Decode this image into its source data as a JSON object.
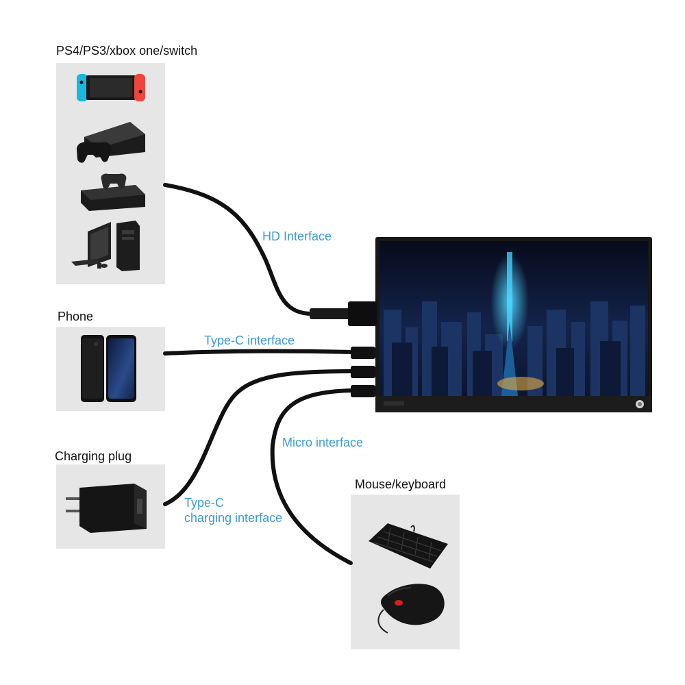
{
  "colors": {
    "accent": "#3a9ad9",
    "panel": "#e6e6e6",
    "cable": "#111111"
  },
  "groups": {
    "consoles": {
      "title": "PS4/PS3/xbox one/switch"
    },
    "phone": {
      "title": "Phone"
    },
    "charger": {
      "title": "Charging plug"
    },
    "peripherals": {
      "title": "Mouse/keyboard"
    }
  },
  "interfaces": {
    "hd": "HD Interface",
    "typec": "Type-C interface",
    "micro": "Micro interface",
    "typec_charging_line1": "Type-C",
    "typec_charging_line2": "charging interface"
  },
  "icons": {
    "switch": "nintendo-switch-icon",
    "ps3": "ps3-console-icon",
    "xbox": "xbox-one-console-icon",
    "pc": "desktop-pc-icon",
    "phone": "smartphone-icon",
    "charger": "usb-wall-charger-icon",
    "keyboard": "keyboard-icon",
    "mouse": "mouse-icon",
    "monitor": "portable-monitor-icon"
  }
}
